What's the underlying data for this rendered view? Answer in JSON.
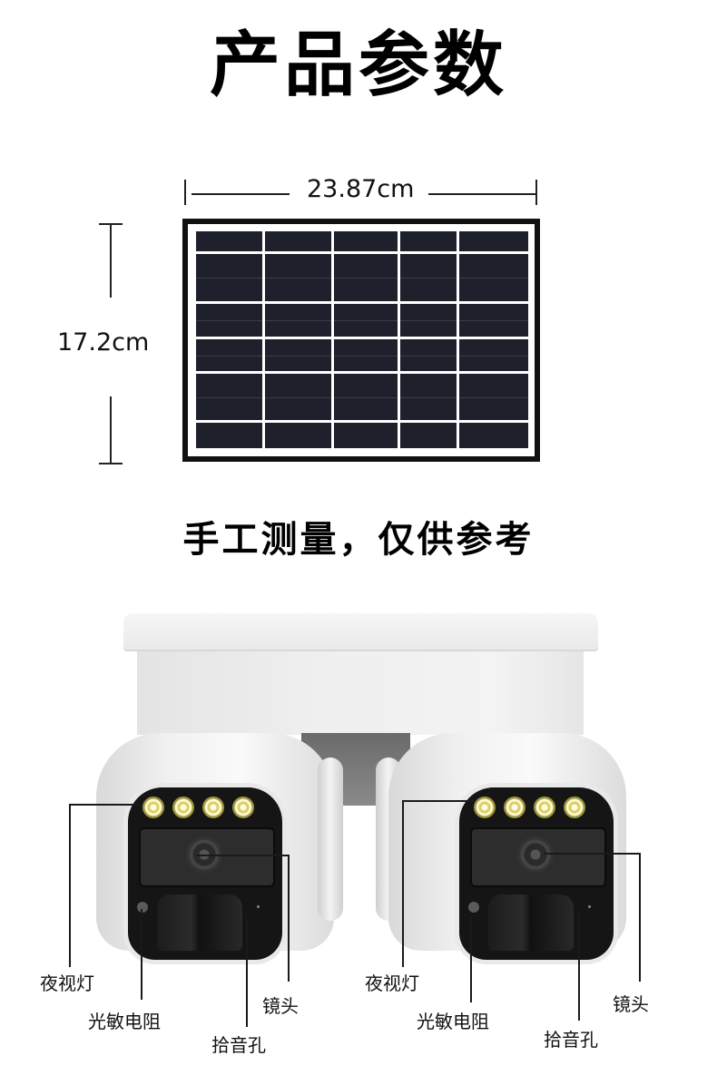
{
  "title": "产品参数",
  "solar_panel": {
    "width_label": "23.87cm",
    "height_label": "17.2cm",
    "grid": {
      "columns": 5,
      "rows": 6
    },
    "cell_color": "#1e202b",
    "frame_color": "#111111"
  },
  "disclaimer": "手工测量，仅供参考",
  "camera": {
    "left_labels": {
      "night_light": "夜视灯",
      "photoresistor": "光敏电阻",
      "microphone": "拾音孔",
      "lens": "镜头"
    },
    "right_labels": {
      "night_light": "夜视灯",
      "photoresistor": "光敏电阻",
      "microphone": "拾音孔",
      "lens": "镜头"
    }
  }
}
